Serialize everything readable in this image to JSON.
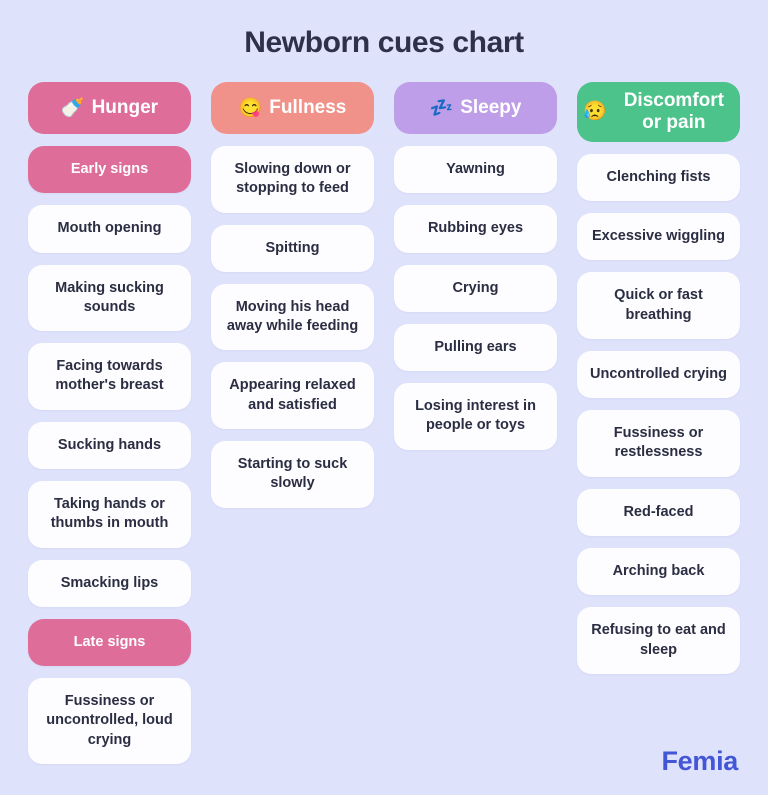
{
  "title": "Newborn cues chart",
  "background_color": "#DFE2FB",
  "text_color": "#2B2D42",
  "card_color": "#FDFCFE",
  "brand": {
    "name": "Femia",
    "color": "#4356D6"
  },
  "columns": [
    {
      "key": "hunger",
      "header": {
        "emoji": "🍼",
        "emoji_name": "baby-bottle-emoji",
        "label": "Hunger",
        "color": "#DE6E99"
      },
      "items": [
        {
          "label": "Early signs",
          "type": "subhead"
        },
        {
          "label": "Mouth opening",
          "type": "card"
        },
        {
          "label": "Making sucking sounds",
          "type": "card"
        },
        {
          "label": "Facing towards mother's breast",
          "type": "card"
        },
        {
          "label": "Sucking hands",
          "type": "card"
        },
        {
          "label": "Taking hands or thumbs in mouth",
          "type": "card"
        },
        {
          "label": "Smacking lips",
          "type": "card"
        },
        {
          "label": "Late signs",
          "type": "subhead"
        },
        {
          "label": "Fussiness or uncontrolled, loud crying",
          "type": "card"
        }
      ]
    },
    {
      "key": "fullness",
      "header": {
        "emoji": "😋",
        "emoji_name": "face-savoring-food-emoji",
        "label": "Fullness",
        "color": "#F0928A"
      },
      "items": [
        {
          "label": "Slowing down or stopping to feed",
          "type": "card"
        },
        {
          "label": "Spitting",
          "type": "card"
        },
        {
          "label": "Moving his head away while feeding",
          "type": "card"
        },
        {
          "label": "Appearing relaxed and satisfied",
          "type": "card"
        },
        {
          "label": "Starting to suck slowly",
          "type": "card"
        }
      ]
    },
    {
      "key": "sleepy",
      "header": {
        "emoji": "💤",
        "emoji_name": "zzz-sleep-emoji",
        "label": "Sleepy",
        "color": "#BE9EE8"
      },
      "items": [
        {
          "label": "Yawning",
          "type": "card"
        },
        {
          "label": "Rubbing eyes",
          "type": "card"
        },
        {
          "label": "Crying",
          "type": "card"
        },
        {
          "label": "Pulling ears",
          "type": "card"
        },
        {
          "label": "Losing interest in people or toys",
          "type": "card"
        }
      ]
    },
    {
      "key": "discomfort",
      "header": {
        "emoji": "😥",
        "emoji_name": "sad-but-relieved-face-emoji",
        "label": "Discomfort or pain",
        "color": "#4CC38A"
      },
      "items": [
        {
          "label": "Clenching fists",
          "type": "card"
        },
        {
          "label": "Excessive wiggling",
          "type": "card"
        },
        {
          "label": "Quick or fast breathing",
          "type": "card"
        },
        {
          "label": "Uncontrolled crying",
          "type": "card"
        },
        {
          "label": "Fussiness or restlessness",
          "type": "card"
        },
        {
          "label": "Red-faced",
          "type": "card"
        },
        {
          "label": "Arching back",
          "type": "card"
        },
        {
          "label": "Refusing to eat and sleep",
          "type": "card"
        }
      ]
    }
  ]
}
